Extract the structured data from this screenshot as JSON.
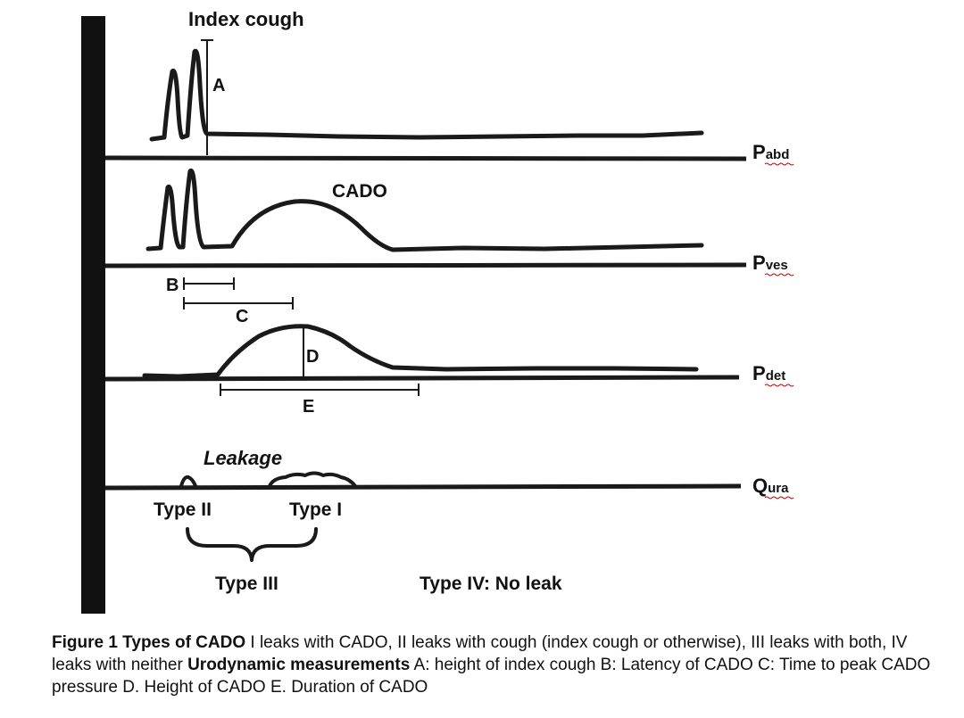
{
  "labels": {
    "index_cough": "Index cough",
    "cado": "CADO",
    "leakage": "Leakage",
    "marker_a": "A",
    "marker_b": "B",
    "marker_c": "C",
    "marker_d": "D",
    "marker_e": "E",
    "type_i": "Type I",
    "type_ii": "Type II",
    "type_iii": "Type III",
    "type_iv": "Type IV: No leak"
  },
  "channels": {
    "abd": {
      "prefix": "P",
      "sub": "abd"
    },
    "ves": {
      "prefix": "P",
      "sub": "ves"
    },
    "det": {
      "prefix": "P",
      "sub": "det"
    },
    "ura": {
      "prefix": "Q",
      "sub": "ura"
    }
  },
  "caption": {
    "title": "Figure 1 Types of CADO",
    "types_text": " I leaks with CADO, II leaks with cough (index cough or otherwise), III leaks with both, IV leaks with neither ",
    "measurements_title": "Urodynamic measurements",
    "measurements_text": " A: height of index cough B: Latency of CADO C: Time to peak CADO pressure D. Height of CADO E. Duration of CADO"
  },
  "colors": {
    "ink": "#1a1a1a",
    "spellcheck_underline": "#c00000"
  }
}
